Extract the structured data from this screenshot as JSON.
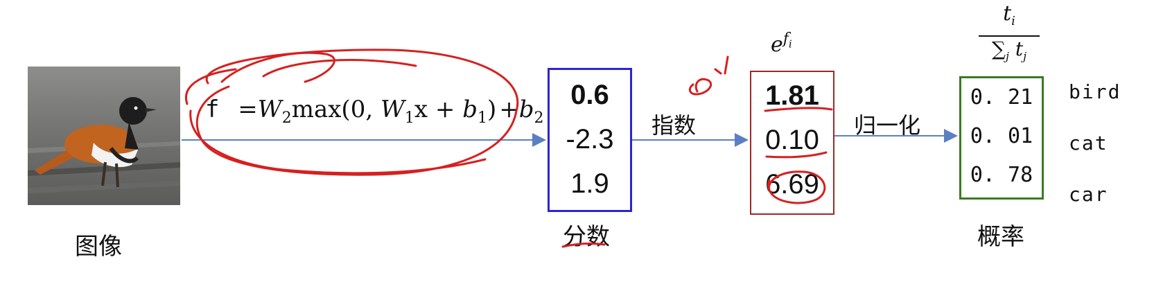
{
  "image_caption": "图像",
  "formula": {
    "lhs": "f",
    "eq": "=",
    "w2": "W",
    "w2_sub": "2",
    "max": "max(0,",
    "w1": "W",
    "w1_sub": "1",
    "x": "x +",
    "b1": "b",
    "b1_sub": "1",
    "close": ")",
    "plus": "+",
    "b2": "b",
    "b2_sub": "2"
  },
  "scores": {
    "values": [
      "0.6",
      "-2.3",
      "1.9"
    ],
    "caption": "分数"
  },
  "step_exp_label": "指数",
  "exp_header": {
    "base": "e",
    "exp": "f",
    "exp_sub": "i"
  },
  "exp_values": [
    "1.81",
    "0.10",
    "6.69"
  ],
  "step_norm_label": "归一化",
  "norm_header": {
    "num": "t",
    "num_sub": "i",
    "den_sum": "∑",
    "den_sum_sub": "j",
    "den": "t",
    "den_sub": "j"
  },
  "probabilities": {
    "values": [
      "0. 21",
      "0. 01",
      "0. 78"
    ],
    "caption": "概率"
  },
  "classes": [
    "bird",
    "cat",
    "car"
  ],
  "colors": {
    "score_box": "#2a24d6",
    "exp_box": "#a12727",
    "prob_box": "#3b7a25",
    "arrow": "#5b7fc4",
    "annotation": "#d6201f"
  }
}
